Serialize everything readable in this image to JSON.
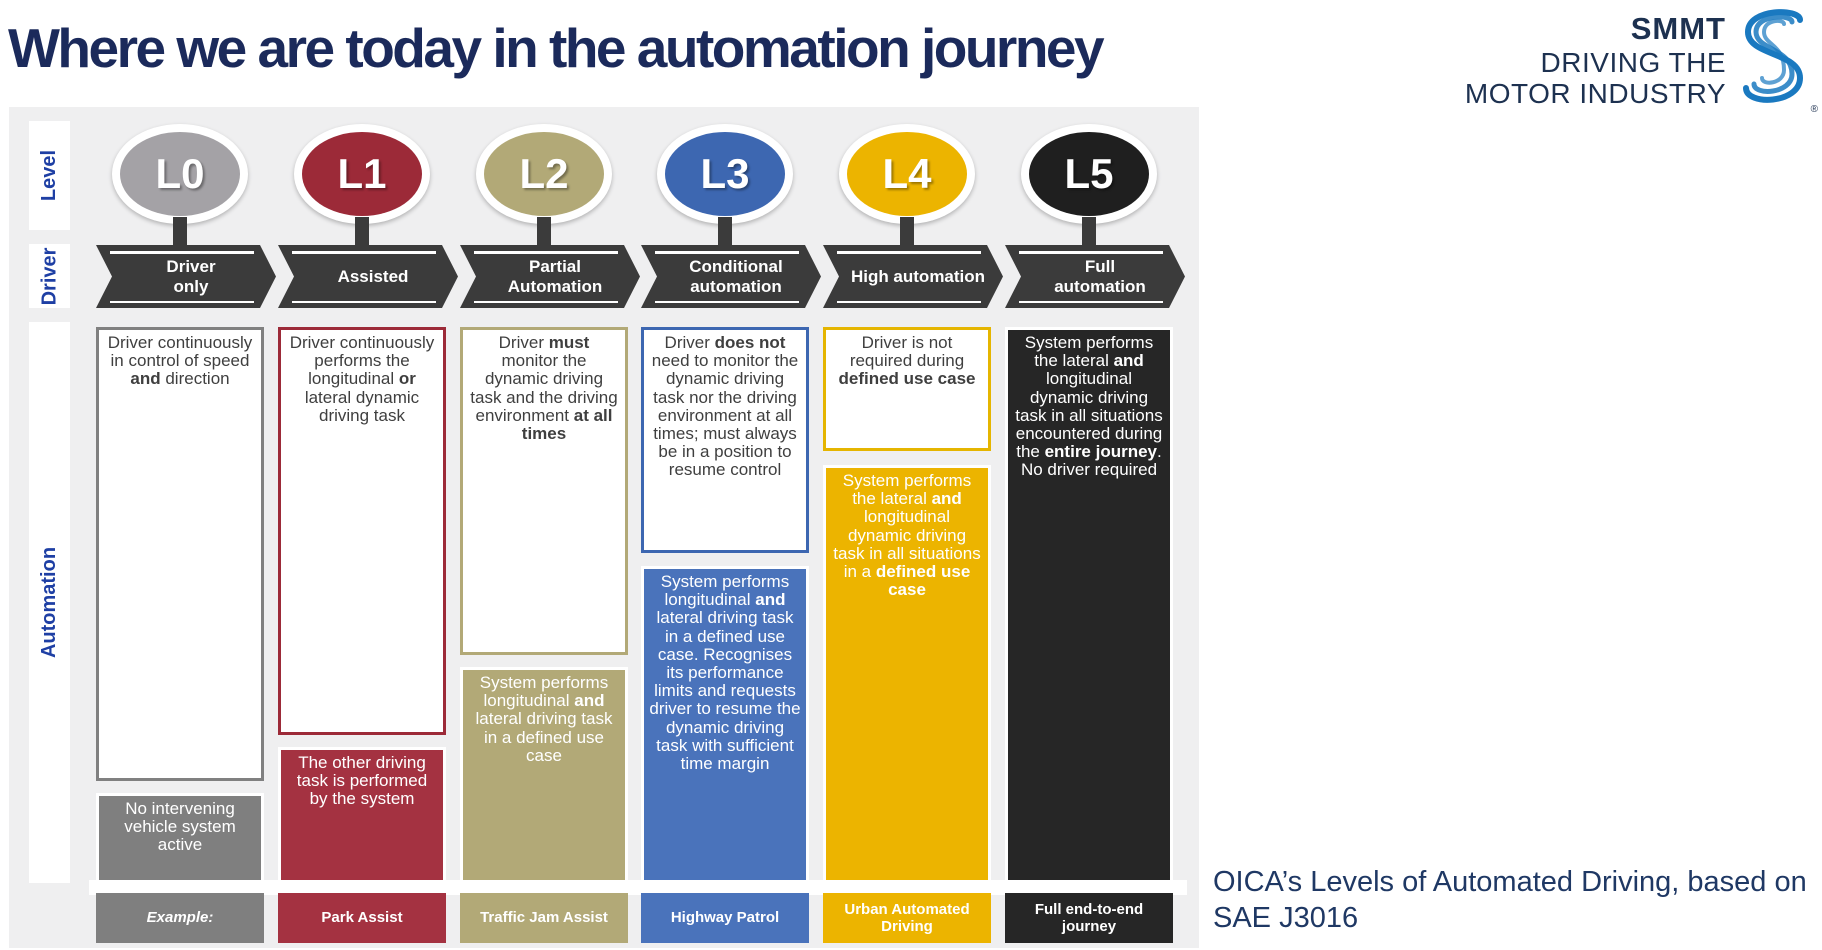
{
  "title": "Where we are today in the automation journey",
  "logo": {
    "line1": "SMMT",
    "line2": "DRIVING THE",
    "line3": "MOTOR INDUSTRY",
    "registered_mark": "®",
    "navy": "#1d3150",
    "blue": "#1a79c0"
  },
  "caption": "OICA’s Levels of Automated Driving, based on SAE J3016",
  "row_labels": {
    "level": "Level",
    "driver": "Driver",
    "automation": "Automation"
  },
  "theme": {
    "panel_bg": "#efeff0",
    "banner_dark": "#3b3b3b",
    "title_navy": "#1b2a5b",
    "caption_navy": "#1f3864",
    "row_label_blue": "#1e3fa4",
    "body_text": "#3f3f3f"
  },
  "columns": [
    {
      "level": "L0",
      "badge": "#a4a2a6",
      "accent": "#808080",
      "fill": "#7f7f7f",
      "banner": "Driver\nonly",
      "driver_text": [
        {
          "t": "Driver continuously in control of speed "
        },
        {
          "t": "and",
          "b": true
        },
        {
          "t": " direction"
        }
      ],
      "system_text": [
        {
          "t": "No intervening vehicle system active"
        }
      ],
      "example": "Example:"
    },
    {
      "level": "L1",
      "badge": "#9c2a38",
      "accent": "#9c2a38",
      "fill": "#a43241",
      "banner": "Assisted",
      "driver_text": [
        {
          "t": "Driver continuously performs the longitudinal "
        },
        {
          "t": "or",
          "b": true
        },
        {
          "t": " lateral dynamic driving task"
        }
      ],
      "system_text": [
        {
          "t": "The other driving task is performed by the system"
        }
      ],
      "example": "Park Assist"
    },
    {
      "level": "L2",
      "badge": "#b2a977",
      "accent": "#b2a977",
      "fill": "#b2a977",
      "banner": "Partial\nAutomation",
      "driver_text": [
        {
          "t": "Driver "
        },
        {
          "t": "must",
          "b": true
        },
        {
          "t": " monitor the dynamic driving task and the driving environment "
        },
        {
          "t": "at all times",
          "b": true
        }
      ],
      "system_text": [
        {
          "t": "System performs longitudinal "
        },
        {
          "t": "and",
          "b": true
        },
        {
          "t": " lateral driving task in a defined use case"
        }
      ],
      "example": "Traffic Jam Assist"
    },
    {
      "level": "L3",
      "badge": "#3d67b1",
      "accent": "#3d67b1",
      "fill": "#4a73bb",
      "banner": "Conditional\nautomation",
      "driver_text": [
        {
          "t": "Driver "
        },
        {
          "t": "does not",
          "b": true
        },
        {
          "t": " need to monitor the dynamic driving task nor the driving environment at all times; must always be in a position to resume control"
        }
      ],
      "system_text": [
        {
          "t": "System performs longitudinal "
        },
        {
          "t": "and",
          "b": true
        },
        {
          "t": " lateral driving task in a defined use case. Recognises its performance limits and requests driver to resume the dynamic driving task with sufficient time margin"
        }
      ],
      "example": "Highway Patrol"
    },
    {
      "level": "L4",
      "badge": "#ecb400",
      "accent": "#e5b500",
      "fill": "#ecb400",
      "banner": "High automation",
      "driver_text": [
        {
          "t": "Driver is not required during "
        },
        {
          "t": "defined use case",
          "b": true
        }
      ],
      "system_text": [
        {
          "t": "System performs the lateral "
        },
        {
          "t": "and",
          "b": true
        },
        {
          "t": " longitudinal dynamic driving task in all situations in a "
        },
        {
          "t": "defined use case",
          "b": true
        }
      ],
      "example": "Urban Automated Driving"
    },
    {
      "level": "L5",
      "badge": "#1f1f1f",
      "accent": "#262626",
      "fill": "#262626",
      "banner": "Full\nautomation",
      "driver_text": null,
      "system_text": [
        {
          "t": "System performs the lateral "
        },
        {
          "t": "and",
          "b": true
        },
        {
          "t": " longitudinal dynamic driving task in all situations encountered during the "
        },
        {
          "t": "entire journey",
          "b": true
        },
        {
          "t": ". No driver required"
        }
      ],
      "example": "Full end-to-end journey"
    }
  ]
}
